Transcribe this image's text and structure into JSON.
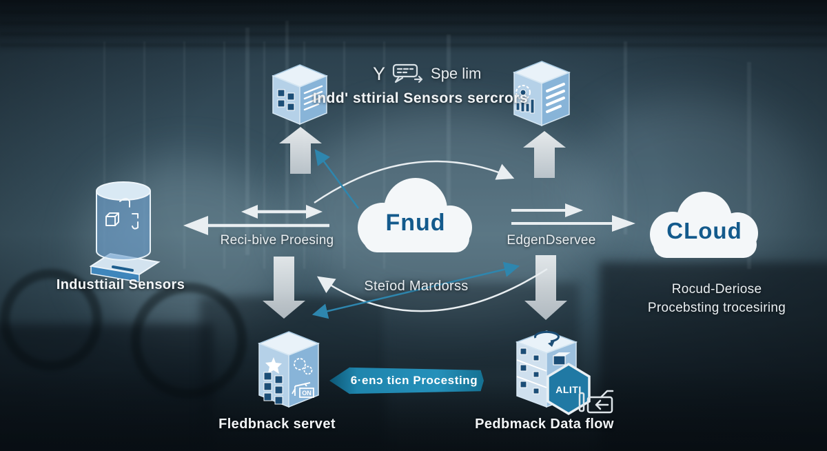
{
  "colors": {
    "accent_teal": "#2e86ae",
    "banner_teal": "#1f85ad",
    "cloud_text": "#135a8c",
    "icon_blue_light": "#e9f2f9",
    "icon_blue_mid": "#b5d1e8",
    "icon_blue_dark": "#88b4d8",
    "icon_glyph_dark": "#1c4e77",
    "arrow_white": "#e9eef1"
  },
  "top": {
    "y_label": "Y",
    "spe_label": "Spe lim",
    "title": "Indd' sttirial Sensors sercrors"
  },
  "left_node": {
    "label": "Industtiail Sensors"
  },
  "center_cloud": {
    "label": "Fnud"
  },
  "right_cloud": {
    "label": "CLoud"
  },
  "flow_labels": {
    "receive": "Reci-bive Proesing",
    "edge": "EdgenDservee",
    "stored": "Steīod Mardorss",
    "banner": "6·enɔ ticn Procesting",
    "right_line1": "Rocud-Deriose",
    "right_line2": "Procebsting trocesiring"
  },
  "bottom_left_node": {
    "label": "Fledbnack servet",
    "on_label": "ON"
  },
  "bottom_right_node": {
    "label": "Pedbmack Data flow",
    "badge": "ALITI"
  }
}
